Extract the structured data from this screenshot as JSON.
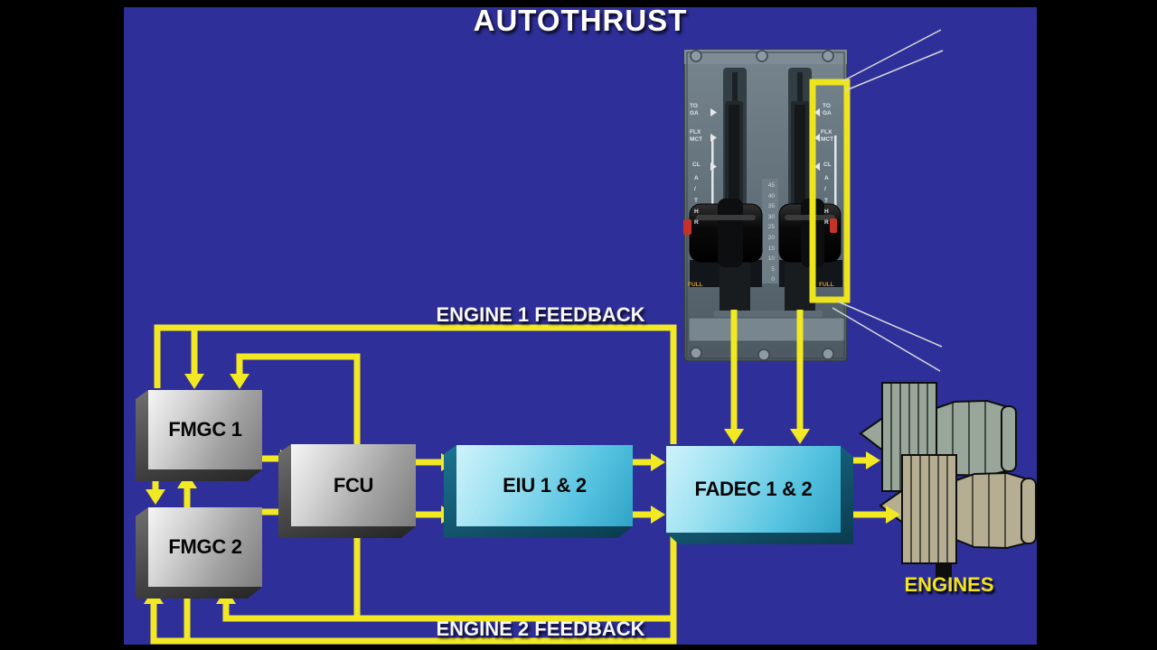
{
  "title": "AUTOTHRUST",
  "colors": {
    "background_blue": "#2f2f99",
    "arrow_yellow": "#f2e922",
    "highlight_yellow": "#ece51e",
    "box_gray": "#b8b8b8",
    "box_cyan": "#55c3e0",
    "feedback_text_white": "#f7f7f7",
    "engines_label_yellow": "#f2e41f",
    "detent_orange": "#d99a26"
  },
  "nodes": [
    {
      "id": "fmgc1",
      "label": "FMGC 1"
    },
    {
      "id": "fmgc2",
      "label": "FMGC 2"
    },
    {
      "id": "fcu",
      "label": "FCU"
    },
    {
      "id": "eiu",
      "label": "EIU 1 & 2"
    },
    {
      "id": "fadec",
      "label": "FADEC 1 & 2"
    }
  ],
  "labels": {
    "engine1_feedback": "ENGINE 1 FEEDBACK",
    "engine2_feedback": "ENGINE 2 FEEDBACK",
    "engines": "ENGINES"
  },
  "throttle": {
    "left_detents": {
      "toga": "TO\nGA",
      "flx": "FLX\nMCT",
      "cl": "CL",
      "athr": "A\n/\nT\nH\nR",
      "full": "FULL"
    },
    "right_detents": {
      "toga": "TO\nGA",
      "flx": "FLX\nMCT",
      "cl": "CL",
      "athr": "A\n/\nT\nH\nR",
      "full": "FULL"
    },
    "scale": "45\n40\n35\n30\n25\n20\n15\n10\n5\n0"
  },
  "connections": [
    {
      "from": "throttle-levers",
      "to": "fadec"
    },
    {
      "from": "fmgc1",
      "to": "fcu"
    },
    {
      "from": "fmgc2",
      "to": "fcu"
    },
    {
      "from": "fmgc1",
      "to": "fmgc2"
    },
    {
      "from": "fmgc2",
      "to": "fmgc1"
    },
    {
      "from": "fcu",
      "to": "fmgc1"
    },
    {
      "from": "fcu",
      "to": "eiu"
    },
    {
      "from": "eiu",
      "to": "fadec"
    },
    {
      "from": "fadec",
      "to": "engine1"
    },
    {
      "from": "fadec",
      "to": "engine2"
    },
    {
      "from": "fadec",
      "to": "fmgc1",
      "label": "ENGINE 1 FEEDBACK"
    },
    {
      "from": "fadec",
      "to": "fmgc2",
      "label": "ENGINE 2 FEEDBACK"
    }
  ]
}
